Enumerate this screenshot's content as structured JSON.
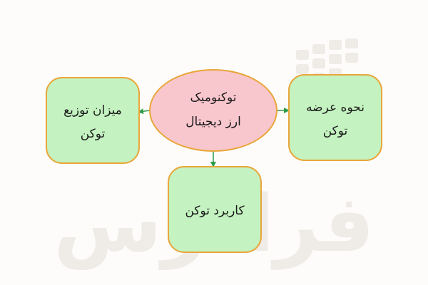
{
  "diagram": {
    "nodes": {
      "center": {
        "line1": "توکنومیک",
        "line2": "ارز دیجیتال"
      },
      "left": {
        "line1": "میزان توزیع",
        "line2": "توکن"
      },
      "right": {
        "line1": "نحوه عرضه",
        "line2": "توکن"
      },
      "bottom": {
        "line1": "کاربرد توکن"
      }
    },
    "edges": [
      {
        "from": "center",
        "to": "left"
      },
      {
        "from": "center",
        "to": "right"
      },
      {
        "from": "center",
        "to": "bottom"
      }
    ],
    "colors": {
      "center_fill": "#f8c7cd",
      "box_fill": "#c4f2c0",
      "stroke": "#e9a63a",
      "arrow": "#2e9a48"
    }
  },
  "watermark": {
    "text": "فرادرس",
    "color": "#ebe7e2"
  }
}
